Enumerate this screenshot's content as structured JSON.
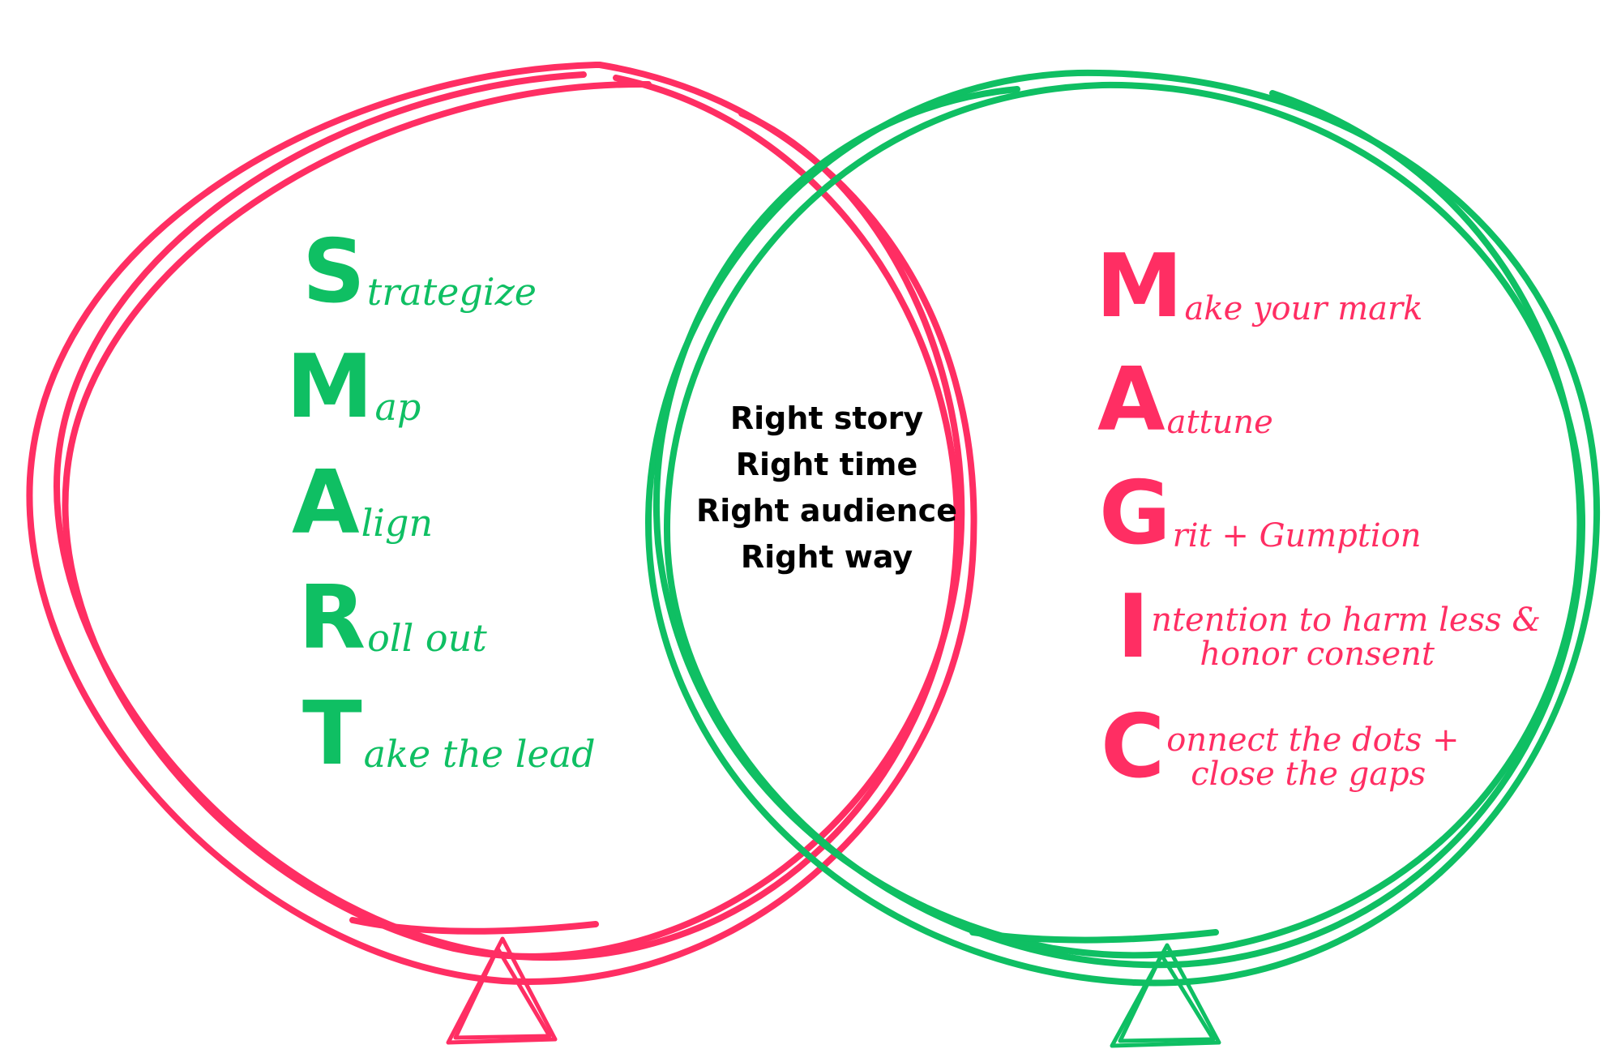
{
  "colors": {
    "smart_balloon": "#ff2e63",
    "magic_balloon": "#0fbf63",
    "smart_text": "#0fbf63",
    "magic_text": "#ff2e63",
    "center_text": "#000000"
  },
  "smart": {
    "items": [
      {
        "letter": "S",
        "rest": "trategize"
      },
      {
        "letter": "M",
        "rest": "ap"
      },
      {
        "letter": "A",
        "rest": "lign"
      },
      {
        "letter": "R",
        "rest": "oll out"
      },
      {
        "letter": "T",
        "rest": "ake the lead"
      }
    ]
  },
  "magic": {
    "items": [
      {
        "letter": "M",
        "rest": "ake your mark"
      },
      {
        "letter": "A",
        "rest": "attune"
      },
      {
        "letter": "G",
        "rest": "rit + Gumption"
      },
      {
        "letter": "I",
        "rest": "ntention to harm less &",
        "rest2": "honor consent"
      },
      {
        "letter": "C",
        "rest": "onnect the dots +",
        "rest2": "close the gaps"
      }
    ]
  },
  "overlap": {
    "lines": [
      "Right story",
      "Right time",
      "Right audience",
      "Right way"
    ]
  }
}
